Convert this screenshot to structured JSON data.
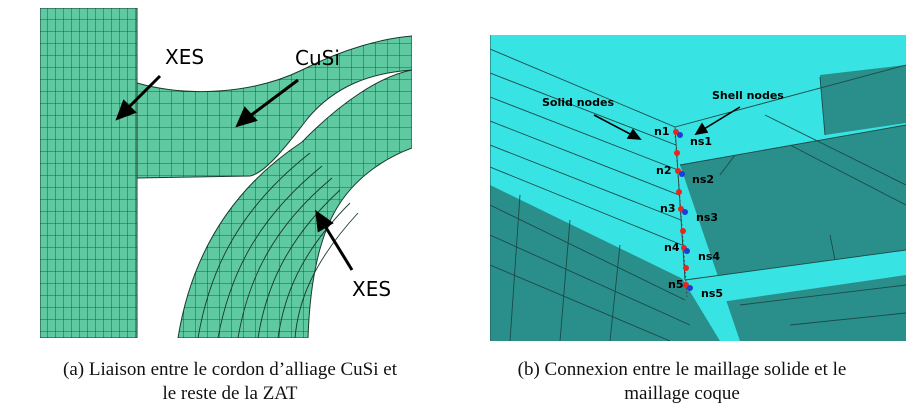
{
  "panel_a": {
    "labels": {
      "xes_top": "XES",
      "cusi": "CuSi",
      "xes_bottom": "XES"
    },
    "caption_line1": "(a) Liaison entre le cordon d’alliage CuSi et",
    "caption_line2": "le reste de la ZAT",
    "colors": {
      "mesh_fill": "#5fc9a1",
      "mesh_line": "#1a3a30"
    }
  },
  "panel_b": {
    "labels": {
      "solid_nodes": "Solid nodes",
      "shell_nodes": "Shell nodes",
      "n1": "n1",
      "n2": "n2",
      "n3": "n3",
      "n4": "n4",
      "n5": "n5",
      "ns1": "ns1",
      "ns2": "ns2",
      "ns3": "ns3",
      "ns4": "ns4",
      "ns5": "ns5"
    },
    "caption_line1": "(b) Connexion entre le maillage solide et le",
    "caption_line2": "maillage coque",
    "colors": {
      "light": "#38e3e3",
      "dark": "#2a8f8a",
      "node_red": "#e8261c",
      "node_blue": "#1b3fd6"
    }
  }
}
